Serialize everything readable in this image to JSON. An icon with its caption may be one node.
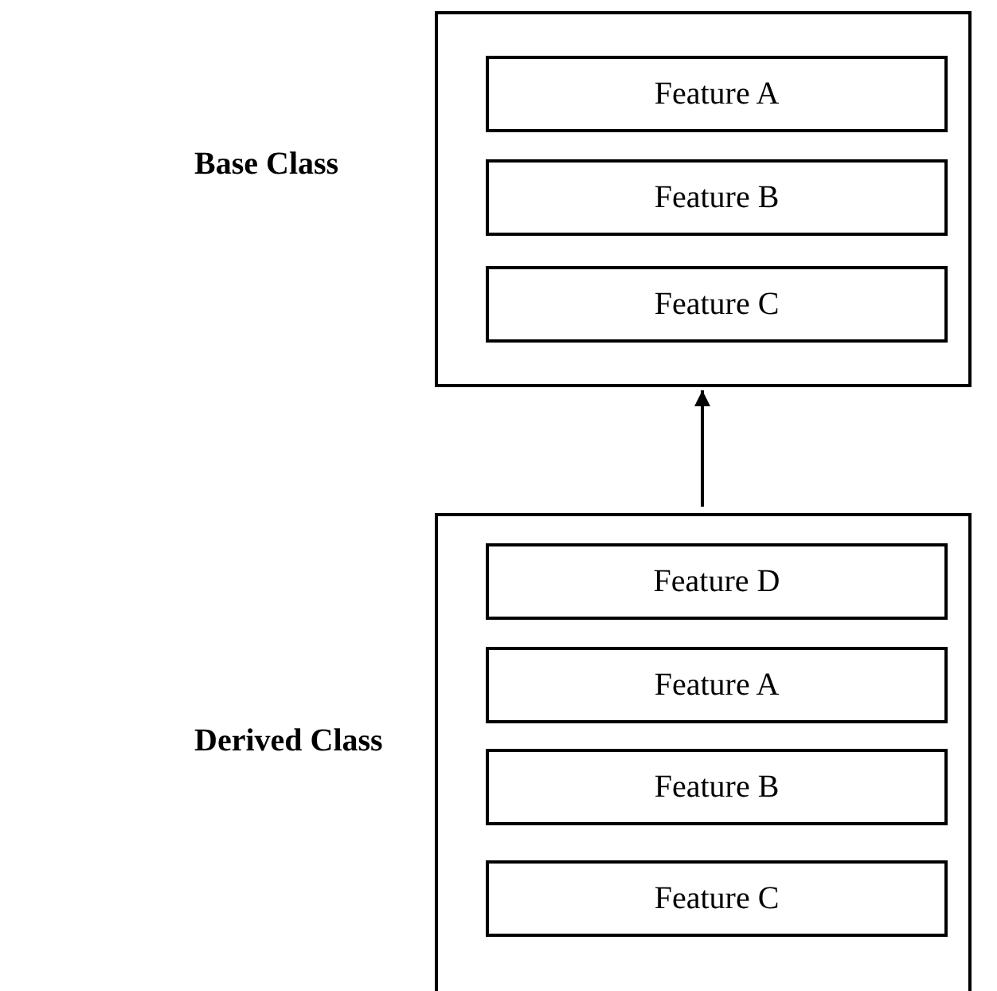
{
  "diagram": {
    "nodes": [
      {
        "text": [
          "Base Class"
        ]
      },
      {
        "text": [
          "Feature A"
        ],
        "in": 0
      },
      {
        "text": [
          "Feature B"
        ],
        "in": 0
      },
      {
        "text": [
          "Feature C"
        ],
        "in": 0
      },
      {
        "text": [
          "Derived Class"
        ]
      },
      {
        "text": [
          "Feature D"
        ],
        "in": 4
      },
      {
        "text": [
          "Feature A"
        ],
        "in": 4
      },
      {
        "text": [
          "Feature B"
        ],
        "in": 4
      },
      {
        "text": [
          "Feature C"
        ],
        "in": 4
      }
    ],
    "edges": [
      {
        "from": 4,
        "to": 0,
        "arrow": "to"
      }
    ]
  }
}
